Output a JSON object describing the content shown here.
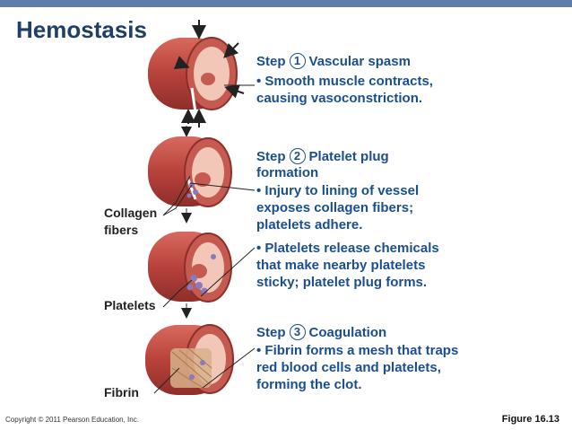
{
  "title": "Hemostasis",
  "steps": [
    {
      "word": "Step",
      "num": "1",
      "name": "Vascular spasm",
      "bullets": [
        "• Smooth muscle contracts,\ncausing vasoconstriction."
      ]
    },
    {
      "word": "Step",
      "num": "2",
      "name": "Platelet plug",
      "name2": "formation",
      "bullets": [
        "• Injury to lining of vessel\nexposes collagen fibers;\nplatelets adhere.",
        "• Platelets release chemicals\nthat make nearby platelets\nsticky; platelet plug forms."
      ]
    },
    {
      "word": "Step",
      "num": "3",
      "name": "Coagulation",
      "bullets": [
        "• Fibrin forms a mesh that traps\nred blood cells and platelets,\nforming the clot."
      ]
    }
  ],
  "labels": {
    "collagen": "Collagen\nfibers",
    "platelets": "Platelets",
    "fibrin": "Fibrin"
  },
  "footer": {
    "copyright": "Copyright © 2011 Pearson Education, Inc.",
    "figure": "Figure 16.13"
  },
  "colors": {
    "accent": "#1a4f8f",
    "vessel": "#b8423c",
    "topbar": "#5b7fa8"
  }
}
